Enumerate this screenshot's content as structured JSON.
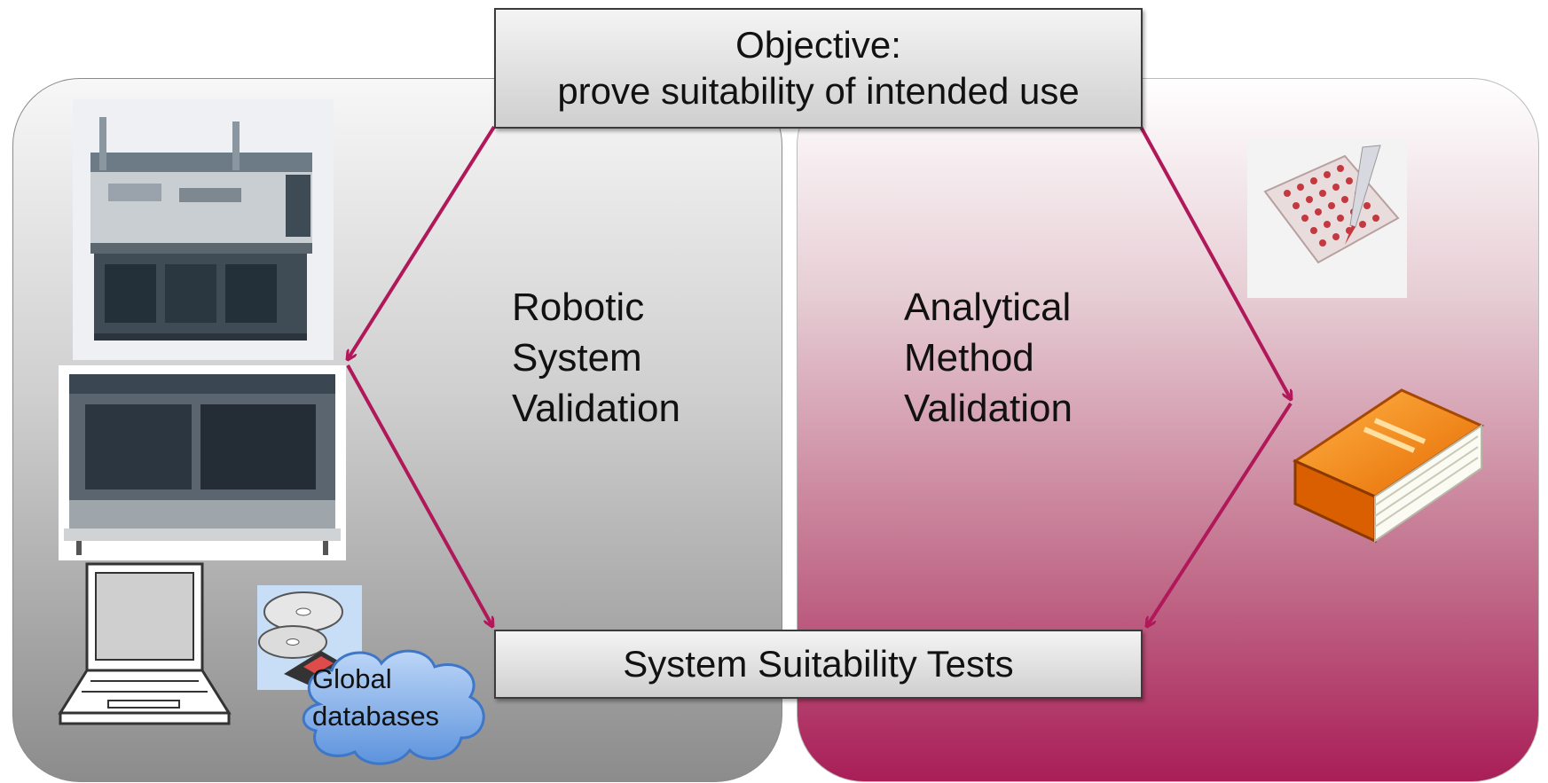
{
  "objective": {
    "line1": "Objective:",
    "line2": "prove suitability of intended use"
  },
  "left_label": [
    "Robotic",
    "System",
    "Validation"
  ],
  "right_label": [
    "Analytical",
    "Method",
    "Validation"
  ],
  "bottom": {
    "label": "System Suitability Tests"
  },
  "cloud": [
    "Global",
    "databases"
  ],
  "colors": {
    "arrow": "#b0185a",
    "left_panel": "#9a9a9a",
    "right_panel": "#a91e57"
  },
  "icons": [
    "robotic-workstation-image",
    "hamilton-robot-image",
    "laptop-icon",
    "discs-floppy-icon",
    "cloud-icon",
    "microplate-image",
    "book-icon"
  ]
}
